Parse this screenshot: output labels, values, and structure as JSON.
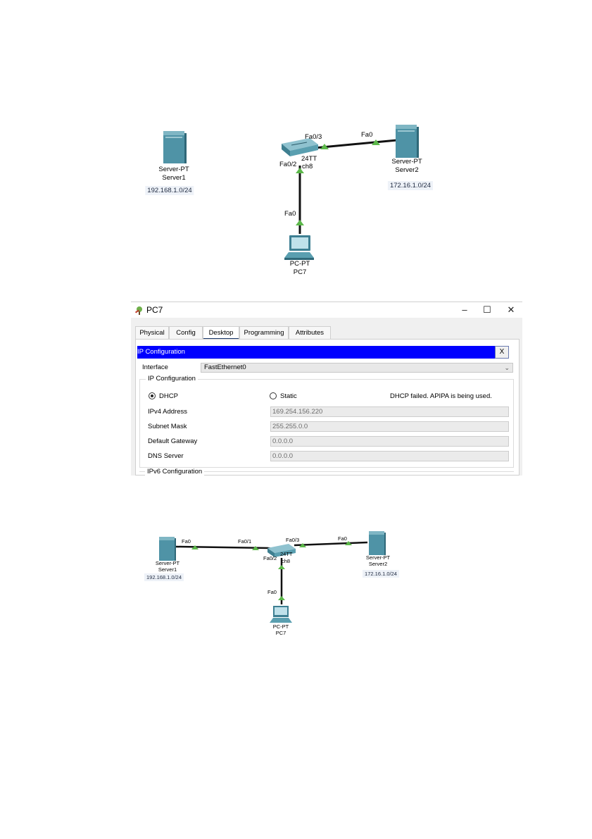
{
  "topology1": {
    "server1": {
      "model": "Server-PT",
      "name": "Server1",
      "network": "192.168.1.0/24"
    },
    "server2": {
      "model": "Server-PT",
      "name": "Server2",
      "network": "172.16.1.0/24"
    },
    "switch": {
      "model_fragment": "24TT",
      "name_fragment": "ch8"
    },
    "pc": {
      "model": "PC-PT",
      "name": "PC7"
    },
    "ports": {
      "sw_to_server2": "Fa0/3",
      "server2": "Fa0",
      "sw_to_pc": "Fa0/2",
      "pc": "Fa0"
    }
  },
  "window": {
    "title": "PC7",
    "controls": {
      "minimize": "–",
      "maximize": "☐",
      "close": "✕"
    },
    "tabs": [
      {
        "label": "Physical",
        "active": false
      },
      {
        "label": "Config",
        "active": false
      },
      {
        "label": "Desktop",
        "active": true
      },
      {
        "label": "Programming",
        "active": false
      },
      {
        "label": "Attributes",
        "active": false
      }
    ],
    "ip_bar": {
      "title": "IP Configuration",
      "close": "X"
    },
    "interface_label": "Interface",
    "interface_value": "FastEthernet0",
    "ip_config_group": "IP Configuration",
    "dhcp_label": "DHCP",
    "static_label": "Static",
    "mode": "DHCP",
    "status": "DHCP failed. APIPA is being used.",
    "fields": [
      {
        "label": "IPv4 Address",
        "value": "169.254.156.220"
      },
      {
        "label": "Subnet Mask",
        "value": "255.255.0.0"
      },
      {
        "label": "Default Gateway",
        "value": "0.0.0.0"
      },
      {
        "label": "DNS Server",
        "value": "0.0.0.0"
      }
    ],
    "ipv6_group": "IPv6 Configuration"
  },
  "topology2": {
    "server1": {
      "model": "Server-PT",
      "name": "Server1",
      "network": "192.168.1.0/24"
    },
    "server2": {
      "model": "Server-PT",
      "name": "Server2",
      "network": "172.16.1.0/24"
    },
    "switch": {
      "model_fragment": "24TT",
      "name_fragment": "ch8"
    },
    "pc": {
      "model": "PC-PT",
      "name": "PC7"
    },
    "ports": {
      "server1": "Fa0",
      "sw_to_server1": "Fa0/1",
      "sw_to_server2": "Fa0/3",
      "server2": "Fa0",
      "sw_to_pc": "Fa0/2",
      "pc": "Fa0"
    }
  },
  "colors": {
    "link": "#111111",
    "port_up": "#5cb84a",
    "device": "#4a8fa0",
    "selection_bar": "#0000ff"
  }
}
